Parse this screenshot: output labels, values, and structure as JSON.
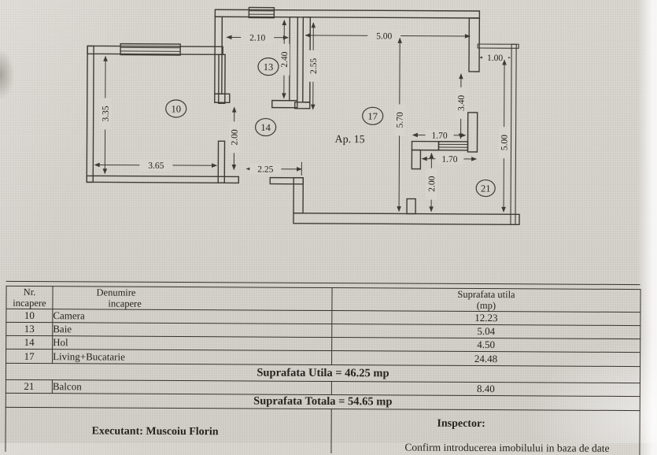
{
  "plan": {
    "apartment_label": "Ap. 15",
    "dims": {
      "baie_width": "2.10",
      "baie_height": "2.40",
      "wall_13_17_height": "2.55",
      "living_width": "5.00",
      "balcon_top_width": "1.00",
      "balcon_opening_height": "3.40",
      "living_height": "5.70",
      "balcon_window_upper": "1.70",
      "balcon_window_lower": "1.70",
      "balcon_door_height": "2.00",
      "balcon_height": "5.00",
      "camera_height": "3.35",
      "camera_width": "3.65",
      "camera_door_height": "2.00",
      "hol_width": "2.25"
    },
    "markers": {
      "camera": "10",
      "baie": "13",
      "hol": "14",
      "living": "17",
      "balcon": "21"
    }
  },
  "table": {
    "headers": {
      "col1_line1": "Nr.",
      "col1_line2": "incapere",
      "col2_line1": "Denumire",
      "col2_line2": "incapere",
      "col3_line1": "Suprafata utila",
      "col3_line2": "(mp)"
    },
    "rows": [
      {
        "nr": "10",
        "name": "Camera",
        "area": "12.23"
      },
      {
        "nr": "13",
        "name": "Baie",
        "area": "5.04"
      },
      {
        "nr": "14",
        "name": "Hol",
        "area": "4.50"
      },
      {
        "nr": "17",
        "name": "Living+Bucatarie",
        "area": "24.48"
      }
    ],
    "subtotal": "Suprafata Utila = 46.25 mp",
    "balcony_row": {
      "nr": "21",
      "name": "Balcon",
      "area": "8.40"
    },
    "total": "Suprafata Totala = 54.65 mp"
  },
  "footer": {
    "executant": "Executant: Muscoiu Florin",
    "inspector": "Inspector:",
    "confirm": "Confirm introducerea imobilului in baza de date"
  }
}
